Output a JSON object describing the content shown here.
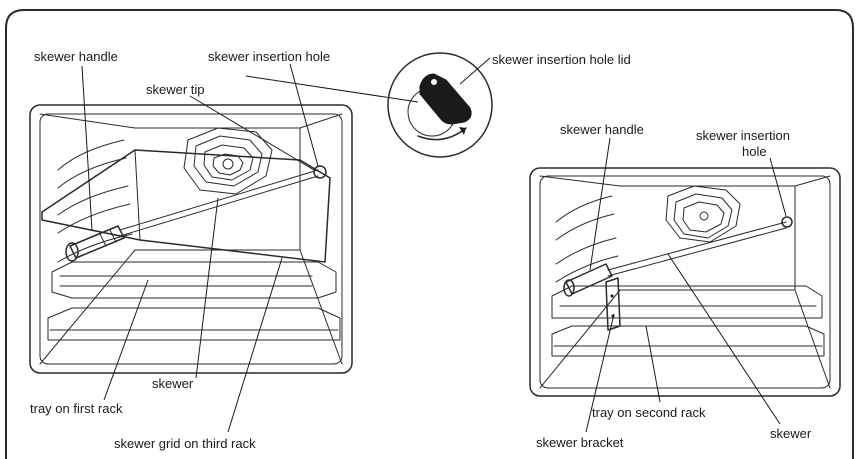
{
  "labels": {
    "left_skewer_handle": "skewer handle",
    "left_insertion_hole": "skewer insertion hole",
    "insertion_hole_lid": "skewer insertion hole lid",
    "left_skewer_tip": "skewer tip",
    "right_skewer_handle": "skewer handle",
    "right_insertion_hole_line1": "skewer insertion",
    "right_insertion_hole_line2": "hole",
    "left_skewer": "skewer",
    "tray_first_rack": "tray on first rack",
    "skewer_grid_third_rack": "skewer grid on third rack",
    "tray_second_rack": "tray on second rack",
    "skewer_bracket": "skewer bracket",
    "right_skewer": "skewer"
  },
  "colors": {
    "ink": "#2a2a2a",
    "background": "#ffffff"
  }
}
